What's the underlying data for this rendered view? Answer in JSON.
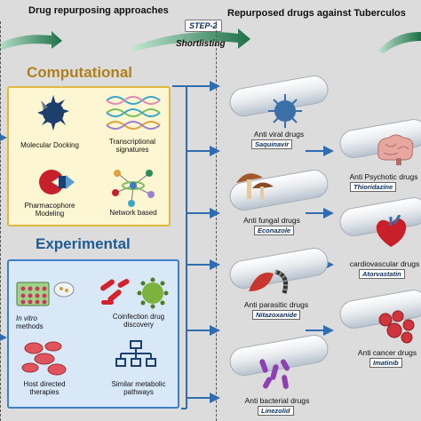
{
  "header": {
    "left_title": "Drug repurposing approaches",
    "right_title": "Repurposed drugs against Tuberculos",
    "step_badge": "STEP-2",
    "step_label": "Shortlisting"
  },
  "computational": {
    "title": "Computational",
    "items": [
      {
        "label": "Molecular Docking",
        "icon": "virus-docking-icon"
      },
      {
        "label": "Transcriptional signatures",
        "icon": "dna-strands-icon"
      },
      {
        "label": "Pharmacophore Modeling",
        "icon": "pharmacophore-icon"
      },
      {
        "label": "Network based",
        "icon": "network-icon"
      }
    ]
  },
  "experimental": {
    "title": "Experimental",
    "items": [
      {
        "label_italic": "In vitro",
        "label": "methods",
        "icon": "well-plate-icon"
      },
      {
        "label": "Coinfection drug discovery",
        "icon": "bacteria-virus-icon"
      },
      {
        "label": "Host directed therapies",
        "icon": "blood-cells-icon"
      },
      {
        "label": "Similar metabolic pathways",
        "icon": "pathway-tree-icon"
      }
    ]
  },
  "drugs": [
    {
      "category": "Anti viral drugs",
      "name": "Saquinavir",
      "icon": "virus-icon"
    },
    {
      "category": "Anti Psychotic drugs",
      "name": "Thioridazine",
      "icon": "brain-icon"
    },
    {
      "category": "Anti fungal drugs",
      "name": "Econazole",
      "icon": "mushroom-icon"
    },
    {
      "category": "cardiovascular drugs",
      "name": "Atorvastatin",
      "icon": "heart-icon"
    },
    {
      "category": "Anti parasitic drugs",
      "name": "Nitazoxanide",
      "icon": "parasite-icon"
    },
    {
      "category": "Anti cancer drugs",
      "name": "Imatinib",
      "icon": "cancer-cells-icon"
    },
    {
      "category": "Anti bacterial drugs",
      "name": "Linezolid",
      "icon": "bacteria-icon"
    }
  ],
  "colors": {
    "computational": "#b0811a",
    "experimental": "#1e5c98",
    "arrow": "#2f6db0",
    "step_arrow": "#1f6e4a"
  }
}
